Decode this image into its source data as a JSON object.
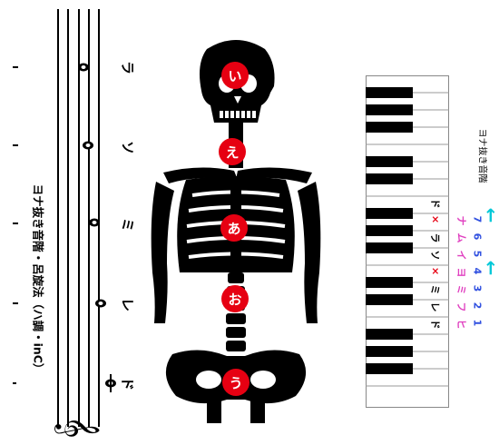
{
  "title": "ヨナ抜き音階・呂旋法（ハ調・inC）",
  "side_label": "ヨナ抜き音階",
  "staff": {
    "clef": "treble-clef",
    "syllables": [
      "ド",
      "レ",
      "ミ",
      "ソ",
      "ラ"
    ]
  },
  "skeleton": {
    "points": [
      {
        "label": "い",
        "name": "point-i"
      },
      {
        "label": "え",
        "name": "point-e"
      },
      {
        "label": "あ",
        "name": "point-a"
      },
      {
        "label": "お",
        "name": "point-o"
      },
      {
        "label": "う",
        "name": "point-u"
      }
    ]
  },
  "piano": {
    "notes": [
      "ド",
      "レ",
      "ミ",
      "×",
      "ソ",
      "ラ",
      "×",
      "ド"
    ],
    "hifumi": [
      "ヒ",
      "フ",
      "ミ",
      "ヨ",
      "イ",
      "ム",
      "ナ"
    ],
    "numbers": [
      "1",
      "2",
      "3",
      "4",
      "5",
      "6",
      "7"
    ],
    "colors": {
      "note": "#000000",
      "cross": "#e60012",
      "hifumi": "#e040c0",
      "numbers": "#3050e0",
      "arrow": "#00c8d8"
    }
  }
}
